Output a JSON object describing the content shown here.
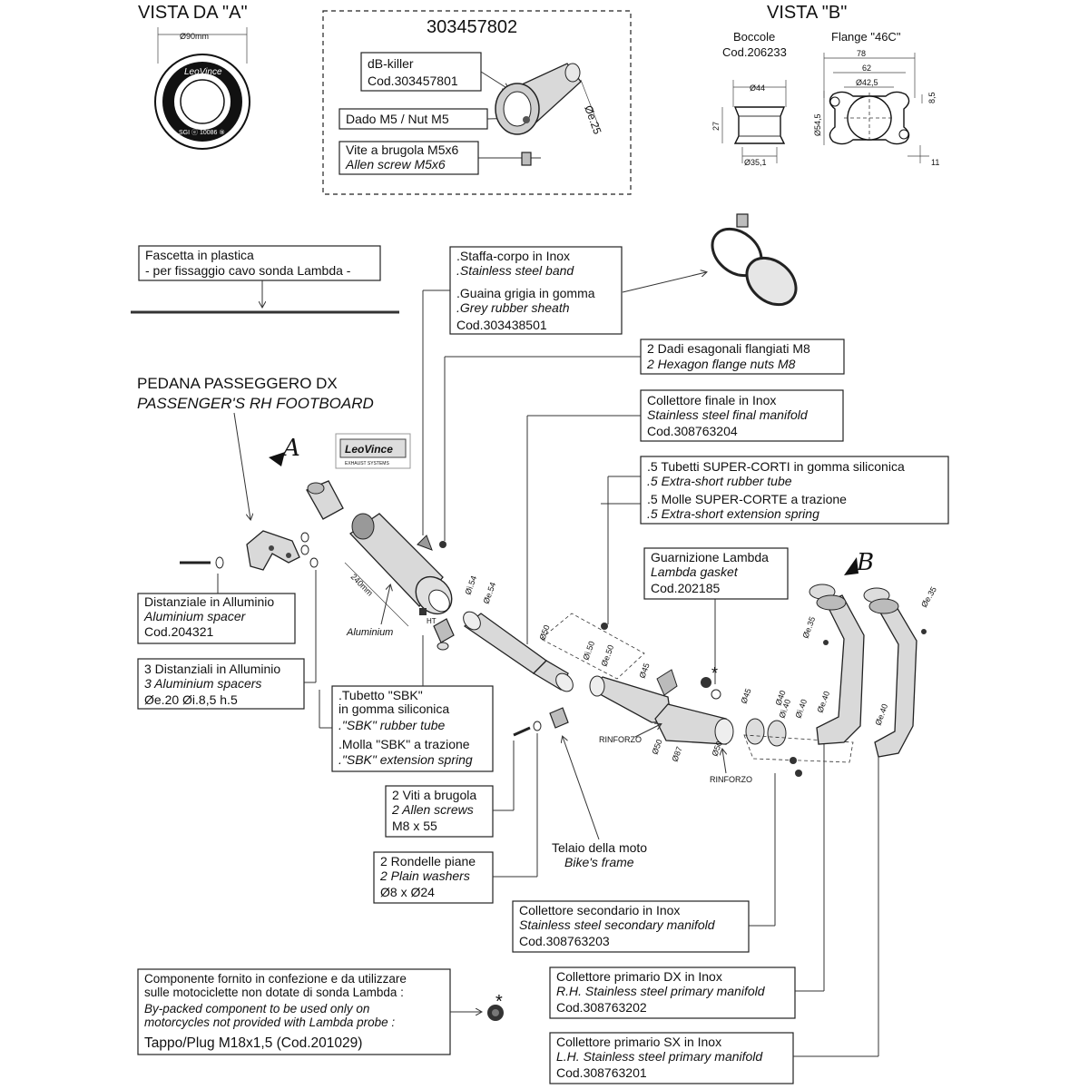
{
  "views": {
    "a_title": "VISTA DA \"A\"",
    "a_diameter": "Ø90mm",
    "a_logo": "LeoVince",
    "a_marks": "SGI ⓔ 10086 ⑨",
    "b_title": "VISTA \"B\"",
    "b_boccole": "Boccole",
    "b_boccole_code": "Cod.206233",
    "b_flange": "Flange \"46C\"",
    "b_d44": "Ø44",
    "b_27": "27",
    "b_d351": "Ø35,1",
    "b_78": "78",
    "b_62": "62",
    "b_d425": "Ø42,5",
    "b_85": "8,5",
    "b_d545": "Ø54,5",
    "b_11": "11"
  },
  "dbkiller": {
    "code": "303457802",
    "line1": "dB-killer",
    "line2": "Cod.303457801",
    "nut": "Dado M5 / Nut M5",
    "screw1": "Vite a brugola M5x6",
    "screw2": "Allen screw M5x6",
    "dim": "Øe.25"
  },
  "labels": {
    "fascetta1": "Fascetta in plastica",
    "fascetta2": "- per fissaggio cavo sonda Lambda -",
    "staffa1": ".Staffa-corpo in Inox",
    "staffa2": ".Stainless steel band",
    "staffa3": ".Guaina grigia in gomma",
    "staffa4": ".Grey rubber sheath",
    "staffa5": "Cod.303438501",
    "dadi1": "2 Dadi esagonali flangiati M8",
    "dadi2": "2 Hexagon flange nuts M8",
    "finale1": "Collettore finale in Inox",
    "finale2": "Stainless steel final manifold",
    "finale3": "Cod.308763204",
    "tubetti1": ".5 Tubetti SUPER-CORTI in gomma siliconica",
    "tubetti2": ".5 Extra-short rubber tube",
    "tubetti3": ".5 Molle SUPER-CORTE a trazione",
    "tubetti4": ".5 Extra-short extension spring",
    "pedana1": "PEDANA PASSEGGERO DX",
    "pedana2": "PASSENGER'S RH FOOTBOARD",
    "guarn1": "Guarnizione Lambda",
    "guarn2": "Lambda gasket",
    "guarn3": "Cod.202185",
    "dist1": "Distanziale in Alluminio",
    "dist2": "Aluminium spacer",
    "dist3": "Cod.204321",
    "dist3a": "3 Distanziali in Alluminio",
    "dist3b": "3 Aluminium spacers",
    "dist3c": "Øe.20  Øi.8,5  h.5",
    "sbk1": ".Tubetto \"SBK\"",
    "sbk2": " in gomma siliconica",
    "sbk3": ".\"SBK\" rubber tube",
    "sbk4": ".Molla \"SBK\" a trazione",
    "sbk5": ".\"SBK\" extension spring",
    "viti1": "2 Viti a brugola",
    "viti2": "2 Allen screws",
    "viti3": "M8 x 55",
    "rond1": "2 Rondelle piane",
    "rond2": "2 Plain washers",
    "rond3": "Ø8 x Ø24",
    "telaio1": "Telaio della moto",
    "telaio2": "Bike's frame",
    "sec1": "Collettore secondario in Inox",
    "sec2": "Stainless steel secondary manifold",
    "sec3": "Cod.308763203",
    "dx1": "Collettore primario DX in Inox",
    "dx2": "R.H. Stainless steel primary manifold",
    "dx3": "Cod.308763202",
    "sx1": "Collettore primario SX in Inox",
    "sx2": "L.H. Stainless steel primary manifold",
    "sx3": "Cod.308763201",
    "comp1": "Componente fornito in confezione e da utilizzare",
    "comp2": "sulle motociclette non dotate di sonda Lambda :",
    "comp3": "By-packed component to be used only on",
    "comp4": "motorcycles not provided with Lambda probe :",
    "comp5": "Tappo/Plug M18x1,5 (Cod.201029)",
    "aluminium": "Aluminium",
    "rinforzo": "RINFORZO",
    "mark_a": "A",
    "mark_b": "B",
    "star": "*",
    "ht": "HT",
    "logo1": "LeoVince",
    "logo2": "EXHAUST SYSTEMS"
  },
  "dims": {
    "d240": "240mm",
    "d54a": "Øi.54",
    "d54b": "Øe.54",
    "d50a": "Ø50",
    "d50b": "Øi.50",
    "d50c": "Øe.50",
    "d45a": "Ø45",
    "d45b": "Ø45",
    "d40a": "Ø40",
    "d40b": "Øi.40",
    "d40c": "Øi.40",
    "d40d": "Øe.40",
    "d40e": "Øe.40",
    "d87": "Ø87",
    "d50d": "Ø50",
    "d50e": "Ø50",
    "d35a": "Øe.35",
    "d35b": "Øe.35"
  }
}
